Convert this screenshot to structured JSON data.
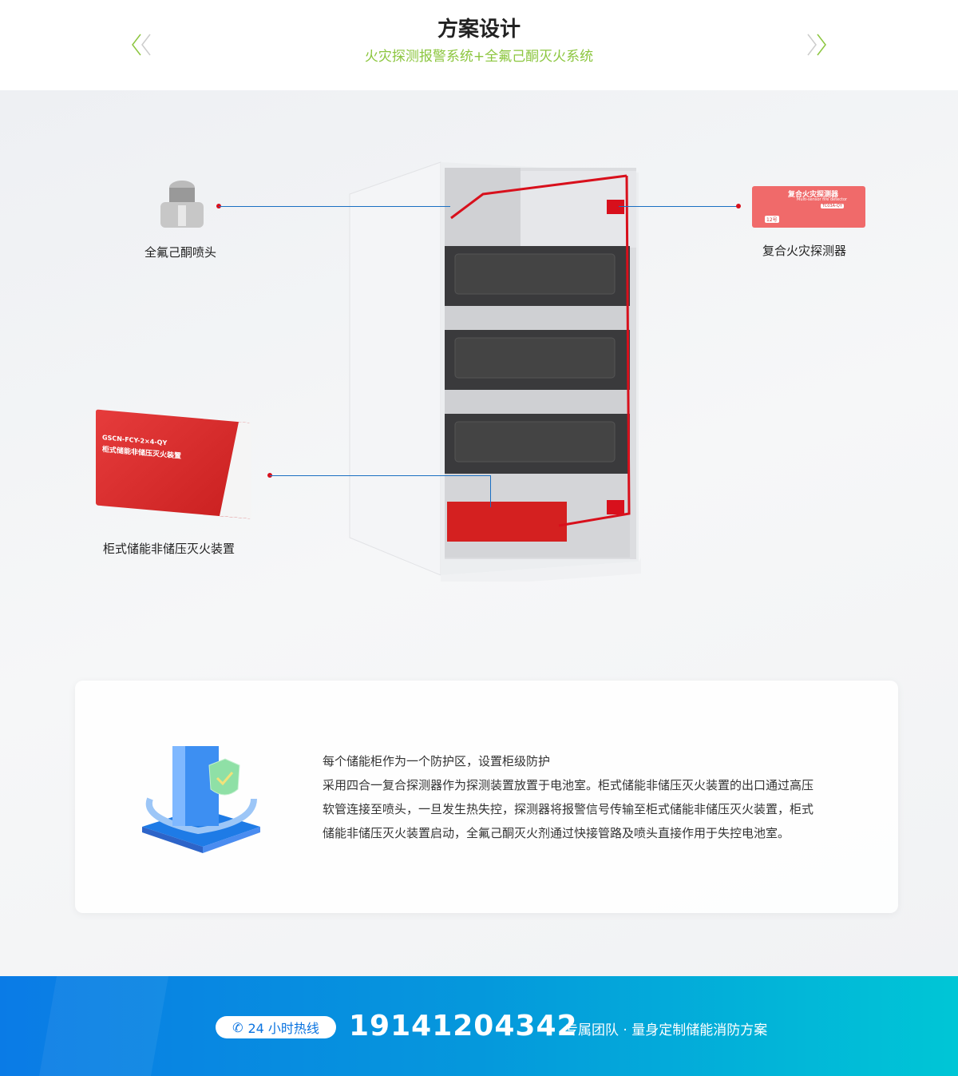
{
  "header": {
    "title": "方案设计",
    "subtitle": "火灾探测报警系统+全氟己酮灭火系统",
    "accent": "#8cc63f"
  },
  "diagram": {
    "nozzle_label": "全氟己酮喷头",
    "detector_label": "复合火灾探测器",
    "detector_image_text": {
      "name": "复合火灾探测器",
      "en": "Multi-sensor fire detector",
      "model": "TC03A-QY",
      "tag": "12号"
    },
    "device_label": "柜式储能非储压灭火装置",
    "device_image_text": {
      "model": "GSCN-FCY-2×4-QY",
      "name": "柜式储能非储压灭火装置"
    },
    "line_color": "#1a6fc2",
    "dot_color": "#d8101c",
    "pipe_color": "#d8101c"
  },
  "card": {
    "heading": "每个储能柜作为一个防护区，设置柜级防护",
    "lines": [
      "采用四合一复合探测器作为探测装置放置于电池室。柜式储能非储压灭火装置的出口通过高压",
      "软管连接至喷头，一旦发生热失控，探测器将报警信号传输至柜式储能非储压灭火装置，柜式",
      "储能非储压灭火装置启动，全氟己酮灭火剂通过快接管路及喷头直接作用于失控电池室。"
    ]
  },
  "footer": {
    "hotline_label": "24 小时热线",
    "phone": "19141204342",
    "slogan": "专属团队 · 量身定制储能消防方案",
    "icon": "phone-icon"
  }
}
